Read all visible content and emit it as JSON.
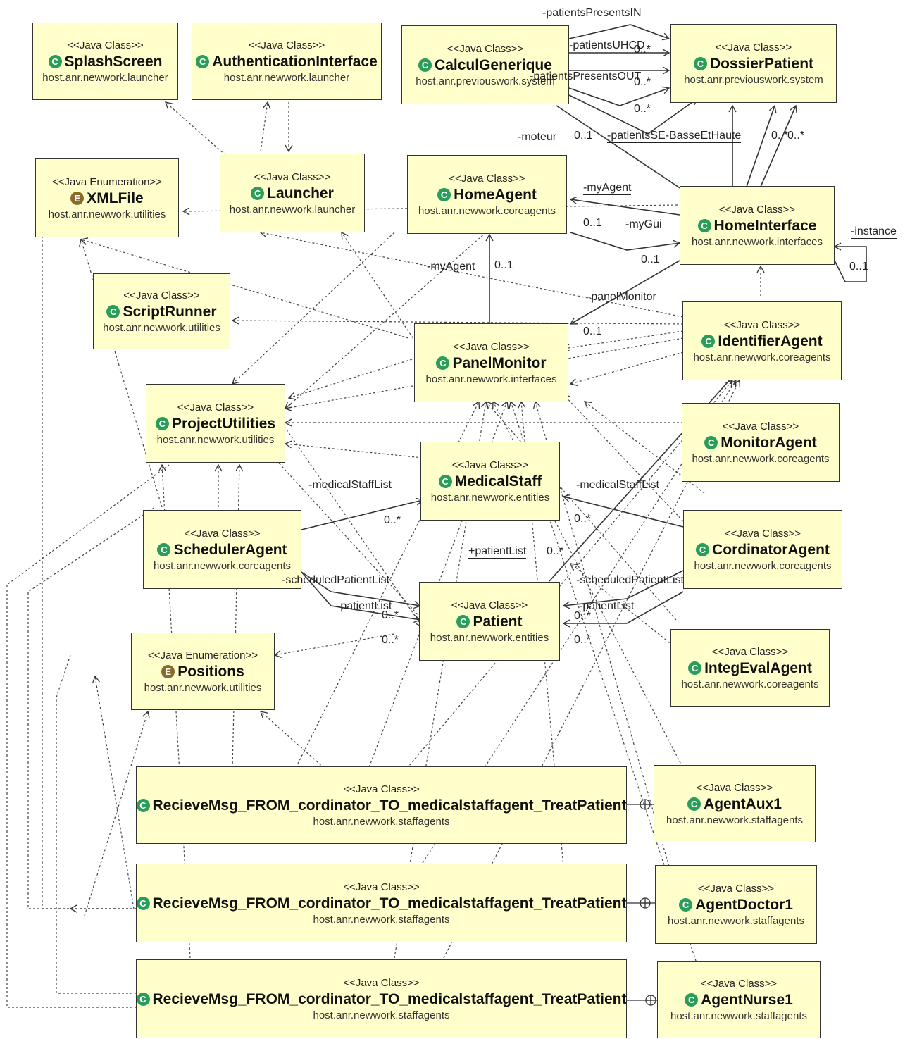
{
  "classes": {
    "splash": {
      "stereo": "<<Java Class>>",
      "name": "SplashScreen",
      "pkg": "host.anr.newwork.launcher",
      "kind": "class"
    },
    "auth": {
      "stereo": "<<Java Class>>",
      "name": "AuthenticationInterface",
      "pkg": "host.anr.newwork.launcher",
      "kind": "class"
    },
    "calcul": {
      "stereo": "<<Java Class>>",
      "name": "CalculGenerique",
      "pkg": "host.anr.previouswork.system",
      "kind": "class"
    },
    "dossier": {
      "stereo": "<<Java Class>>",
      "name": "DossierPatient",
      "pkg": "host.anr.previouswork.system",
      "kind": "class"
    },
    "xmlfile": {
      "stereo": "<<Java Enumeration>>",
      "name": "XMLFile",
      "pkg": "host.anr.newwork.utilities",
      "kind": "enum"
    },
    "launcher": {
      "stereo": "<<Java Class>>",
      "name": "Launcher",
      "pkg": "host.anr.newwork.launcher",
      "kind": "class"
    },
    "homeagent": {
      "stereo": "<<Java Class>>",
      "name": "HomeAgent",
      "pkg": "host.anr.newwork.coreagents",
      "kind": "class"
    },
    "homeint": {
      "stereo": "<<Java Class>>",
      "name": "HomeInterface",
      "pkg": "host.anr.newwork.interfaces",
      "kind": "class"
    },
    "script": {
      "stereo": "<<Java Class>>",
      "name": "ScriptRunner",
      "pkg": "host.anr.newwork.utilities",
      "kind": "class"
    },
    "panel": {
      "stereo": "<<Java Class>>",
      "name": "PanelMonitor",
      "pkg": "host.anr.newwork.interfaces",
      "kind": "class"
    },
    "identif": {
      "stereo": "<<Java Class>>",
      "name": "IdentifierAgent",
      "pkg": "host.anr.newwork.coreagents",
      "kind": "class"
    },
    "projutil": {
      "stereo": "<<Java Class>>",
      "name": "ProjectUtilities",
      "pkg": "host.anr.newwork.utilities",
      "kind": "class"
    },
    "monitor": {
      "stereo": "<<Java Class>>",
      "name": "MonitorAgent",
      "pkg": "host.anr.newwork.coreagents",
      "kind": "class"
    },
    "medstaff": {
      "stereo": "<<Java Class>>",
      "name": "MedicalStaff",
      "pkg": "host.anr.newwork.entities",
      "kind": "class"
    },
    "sched": {
      "stereo": "<<Java Class>>",
      "name": "SchedulerAgent",
      "pkg": "host.anr.newwork.coreagents",
      "kind": "class"
    },
    "cordin": {
      "stereo": "<<Java Class>>",
      "name": "CordinatorAgent",
      "pkg": "host.anr.newwork.coreagents",
      "kind": "class"
    },
    "patient": {
      "stereo": "<<Java Class>>",
      "name": "Patient",
      "pkg": "host.anr.newwork.entities",
      "kind": "class"
    },
    "integ": {
      "stereo": "<<Java Class>>",
      "name": "IntegEvalAgent",
      "pkg": "host.anr.newwork.coreagents",
      "kind": "class"
    },
    "positions": {
      "stereo": "<<Java Enumeration>>",
      "name": "Positions",
      "pkg": "host.anr.newwork.utilities",
      "kind": "enum"
    },
    "recv1": {
      "stereo": "<<Java Class>>",
      "name": "RecieveMsg_FROM_cordinator_TO_medicalstaffagent_TreatPatient",
      "pkg": "host.anr.newwork.staffagents",
      "kind": "class"
    },
    "aux1": {
      "stereo": "<<Java Class>>",
      "name": "AgentAux1",
      "pkg": "host.anr.newwork.staffagents",
      "kind": "class"
    },
    "recv2": {
      "stereo": "<<Java Class>>",
      "name": "RecieveMsg_FROM_cordinator_TO_medicalstaffagent_TreatPatient",
      "pkg": "host.anr.newwork.staffagents",
      "kind": "class"
    },
    "doctor1": {
      "stereo": "<<Java Class>>",
      "name": "AgentDoctor1",
      "pkg": "host.anr.newwork.staffagents",
      "kind": "class"
    },
    "recv3": {
      "stereo": "<<Java Class>>",
      "name": "RecieveMsg_FROM_cordinator_TO_medicalstaffagent_TreatPatient",
      "pkg": "host.anr.newwork.staffagents",
      "kind": "class"
    },
    "nurse1": {
      "stereo": "<<Java Class>>",
      "name": "AgentNurse1",
      "pkg": "host.anr.newwork.staffagents",
      "kind": "class"
    }
  },
  "labels": {
    "l1": "-patientsPresentsIN",
    "l2": "-patientsUHCD",
    "l3": "0..*",
    "l4": "-patientsPresentsOUT",
    "l5": "0..*",
    "l6": "0..*",
    "l7": "-moteur",
    "l8": "0..1",
    "l9": "-patientsSE-BasseEtHaute",
    "l10": "0..*",
    "l11": "0..*",
    "l12": "-myAgent",
    "l13": "0..1",
    "l14": "-myGui",
    "l15": "-instance",
    "l16": "0..1",
    "l17": "0..1",
    "l18": "-myAgent",
    "l19": "0..1",
    "l20": "-panelMonitor",
    "l21": "0..1",
    "l22": "-medicalStaffList",
    "l23": "0..*",
    "l24": "-medicalStaffList",
    "l25": "0..*",
    "l26": "+patientList",
    "l27": "0..*",
    "l28": "-scheduledPatientList",
    "l29": "-patientList",
    "l30": "0..*",
    "l31": "0..*",
    "l32": "-scheduledPatientList",
    "l33": "-patientList",
    "l34": "0..*",
    "l35": "0..*"
  }
}
